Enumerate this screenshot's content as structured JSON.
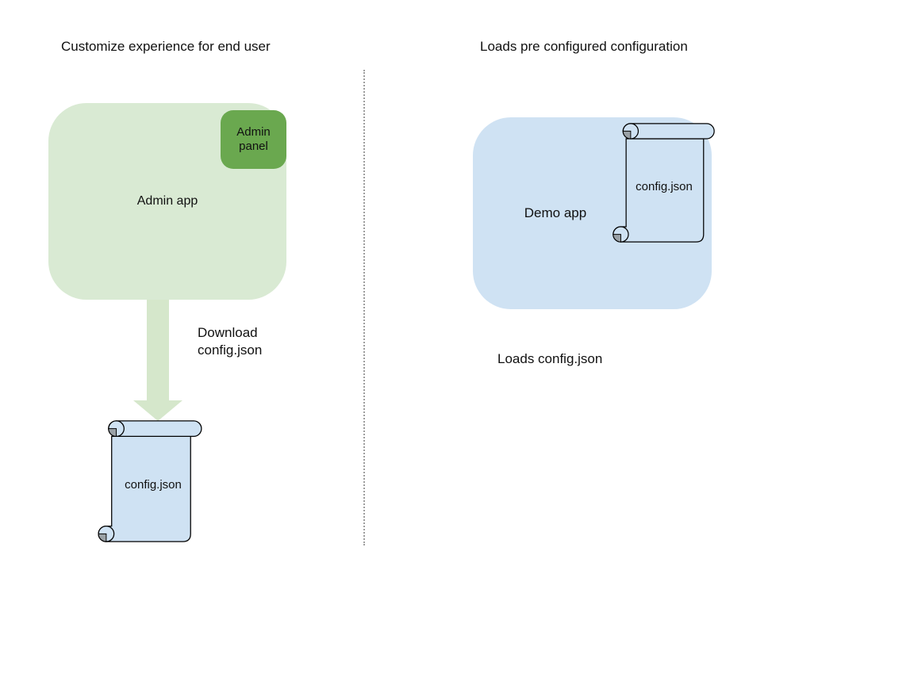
{
  "colors": {
    "green-light": "#d9ead3",
    "green-arrow": "#d5e7cb",
    "green-dark": "#6aa84f",
    "blue-light": "#cfe2f3",
    "curl-gray": "#9aa1a6",
    "divider-gray": "#9e9e9e",
    "outline": "#000000",
    "text": "#111111"
  },
  "left": {
    "title": "Customize experience for end user",
    "admin_app_label": "Admin app",
    "admin_panel_label": "Admin panel",
    "arrow_caption": "Download config.json",
    "config_file_label": "config.json"
  },
  "right": {
    "title": "Loads pre configured configuration",
    "demo_app_label": "Demo app",
    "config_file_label": "config.json",
    "caption": "Loads config.json"
  }
}
